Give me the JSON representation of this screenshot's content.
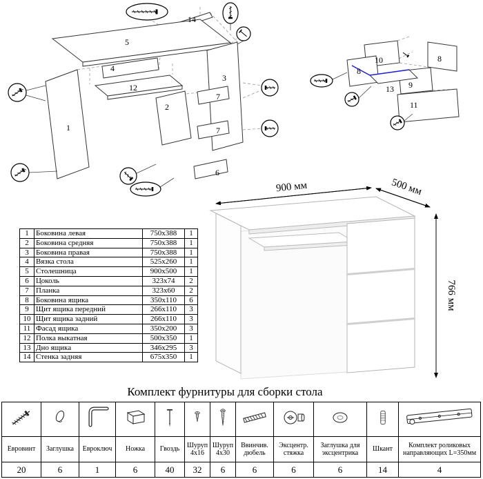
{
  "exploded_desk": {
    "labels": [
      "14",
      "5",
      "4",
      "12",
      "2",
      "1",
      "3",
      "7",
      "7",
      "6"
    ]
  },
  "exploded_drawer": {
    "labels": [
      "10",
      "8",
      "8",
      "9",
      "13",
      "11"
    ]
  },
  "product": {
    "width_label": "900 мм",
    "depth_label": "500 мм",
    "height_label": "766 мм"
  },
  "parts_table": {
    "rows": [
      {
        "num": "1",
        "name": "Боковина левая",
        "size": "750x388",
        "qty": "1"
      },
      {
        "num": "2",
        "name": "Боковина средняя",
        "size": "750x388",
        "qty": "1"
      },
      {
        "num": "3",
        "name": "Боковина правая",
        "size": "750x388",
        "qty": "1"
      },
      {
        "num": "4",
        "name": "Вязка стола",
        "size": "525x260",
        "qty": "1"
      },
      {
        "num": "5",
        "name": "Столешница",
        "size": "900x500",
        "qty": "1"
      },
      {
        "num": "6",
        "name": "Цоколь",
        "size": "323x74",
        "qty": "2"
      },
      {
        "num": "7",
        "name": "Планка",
        "size": "323x60",
        "qty": "2"
      },
      {
        "num": "8",
        "name": "Боковина ящика",
        "size": "350x110",
        "qty": "6"
      },
      {
        "num": "9",
        "name": "Щит ящика передний",
        "size": "266x110",
        "qty": "3"
      },
      {
        "num": "10",
        "name": "Щит ящика задний",
        "size": "266x110",
        "qty": "3"
      },
      {
        "num": "11",
        "name": "Фасад ящика",
        "size": "350x200",
        "qty": "3"
      },
      {
        "num": "12",
        "name": "Полка выкатная",
        "size": "500x350",
        "qty": "1"
      },
      {
        "num": "13",
        "name": "Дно ящика",
        "size": "346x295",
        "qty": "3"
      },
      {
        "num": "14",
        "name": "Стенка задняя",
        "size": "675x350",
        "qty": "1"
      }
    ]
  },
  "hardware": {
    "title": "Комплект фурнитуры для сборки стола",
    "items": [
      {
        "name": "Евровинт",
        "qty": "20",
        "icon": "euroscrew-icon"
      },
      {
        "name": "Заглушка",
        "qty": "6",
        "icon": "cap-icon"
      },
      {
        "name": "Евроключ",
        "qty": "1",
        "icon": "hexkey-icon"
      },
      {
        "name": "Ножка",
        "qty": "6",
        "icon": "foot-icon"
      },
      {
        "name": "Гвоздь",
        "qty": "40",
        "icon": "nail-icon"
      },
      {
        "name": "Шуруп 4x16",
        "qty": "32",
        "icon": "screw-4x16-icon"
      },
      {
        "name": "Шуруп 4x30",
        "qty": "6",
        "icon": "screw-4x30-icon"
      },
      {
        "name": "Ввинчив. дюбель",
        "qty": "6",
        "icon": "dowel-screw-icon"
      },
      {
        "name": "Эксцентр. стяжка",
        "qty": "6",
        "icon": "cam-lock-icon"
      },
      {
        "name": "Заглушка для эксцентрика",
        "qty": "6",
        "icon": "cam-cap-icon"
      },
      {
        "name": "Шкант",
        "qty": "14",
        "icon": "dowel-icon"
      },
      {
        "name": "Комплект роликовых направляющих L=350мм",
        "qty": "4",
        "icon": "drawer-slides-icon"
      }
    ],
    "colors": {
      "highlight_blue": "#1d1dd8"
    }
  }
}
